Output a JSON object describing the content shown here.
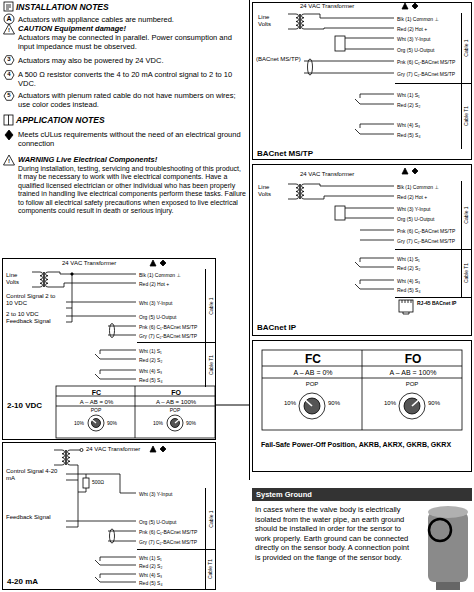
{
  "diagram": {
    "nodes": [
      {
        "text": [
          "2-10 VDC"
        ]
      },
      {
        "text": [
          "Blk (1) Common ⊥",
          "Red (2) Hot +",
          "Wht (3) Y-Input",
          "Org (5) U-Output",
          "Pnk (6) C₁-BACnet MS/TP",
          "Gry (7) C₂-BACnet MS/TP",
          "Wht (1) S₁",
          "Red (2) S₂",
          "Wht (4) S₃",
          "Red (5) S₄",
          "Cable 1",
          "Cable T1"
        ],
        "in": 0
      },
      {
        "text": [
          "FC",
          "FO",
          "A – AB = 0%",
          "A – AB = 100%"
        ],
        "in": 0
      },
      {
        "text": [
          "4-20 mA"
        ]
      },
      {
        "text": [
          "Wht (3) Y-Input",
          "Org (5) U-Output",
          "Pnk (6) C₁-BACnet MS/TP",
          "Gry (7) C₂-BACnet MS/TP",
          "Wht (1) S₁",
          "Red (2) S₂",
          "Wht (4) S₃",
          "Red (5) S₄",
          "Cable 1",
          "Cable T1"
        ],
        "in": 3
      },
      {
        "text": [
          "BACnet MS/TP"
        ]
      },
      {
        "text": [
          "Blk (1) Common ⊥",
          "Red (2) Hot +",
          "Wht (3) Y-Input",
          "Org (5) U-Output",
          "Pnk (6) C₁-BACnet MS/TP",
          "Gry (7) C₂-BACnet MS/TP",
          "Wht (1) S₁",
          "Red (2) S₂",
          "Wht (4) S₃",
          "Red (5) S₄",
          "Cable 1",
          "Cable T1"
        ],
        "in": 5
      },
      {
        "text": [
          "BACnet IP"
        ]
      },
      {
        "text": [
          "Blk (1) Common ⊥",
          "Red (2) Hot +",
          "Wht (3) Y-Input",
          "Org (5) U-Output",
          "Pnk (6) C₁-BACnet MS/TP",
          "Gry (7) C₂-BACnet MS/TP",
          "Wht (1) S₁",
          "Red (2) S₂",
          "Wht (4) S₃",
          "Red (5) S₄",
          "Cable 1",
          "Cable T1",
          "RJ-45 BACnet IP"
        ],
        "in": 7
      },
      {
        "text": [
          "FC",
          "FO",
          "A – AB = 0%",
          "A – AB = 100%",
          "Fail-Safe Power-Off Position, AKRB, AKRX, GKRB, GKRX"
        ]
      },
      {
        "text": [
          "System Ground",
          "In cases where the valve body is electrically isolated from the water pipe, an earth ground should be installed in order for the sensor to work properly. Earth ground can be connected directly on the sensor body. A connection point is provided on the flange of the sensor body."
        ]
      }
    ],
    "labels": [
      "INSTALLATION NOTES",
      "A",
      "Actuators with appliance cables are numbered.",
      "!",
      "CAUTION Equipment damage!",
      "Actuators may be connected in parallel. Power consumption and input impedance must be observed.",
      "3",
      "Actuators may also be powered by 24 VDC.",
      "4",
      "A 500 Ω resistor converts the 4 to 20 mA control signal to 2 to 10 VDC.",
      "5",
      "Actuators with plenum rated cable do not have numbers on wires; use color codes instead.",
      "APPLICATION NOTES",
      "Meets cULus requirements without the need of an electrical ground connection",
      "!",
      "WARNING Live Electrical Components!",
      "During installation, testing, servicing and troubleshooting of this product, it may be necessary to work with live electrical components. Have a qualified licensed electrician or other individual who has been properly trained in handling live electrical components perform these tasks. Failure to follow all electrical safety precautions when exposed to live electrical components could result in death or serious injury.",
      "24 VAC Transformer",
      "Line Volts",
      "Control Signal 2 to 10 VDC",
      "2 to 10 VDC Feedback Signal",
      "POP",
      "10%",
      "90%",
      "POP",
      "10%",
      "90%",
      "24 VAC Transformer",
      "Control Signal 4-20 mA",
      "Feedback Signal",
      "500Ω",
      "24 VAC Transformer",
      "Line Volts",
      "(BACnet MS/TP)",
      "24 VAC Transformer",
      "Line Volts",
      "POP",
      "10%",
      "90%",
      "POP",
      "10%",
      "90%"
    ]
  }
}
